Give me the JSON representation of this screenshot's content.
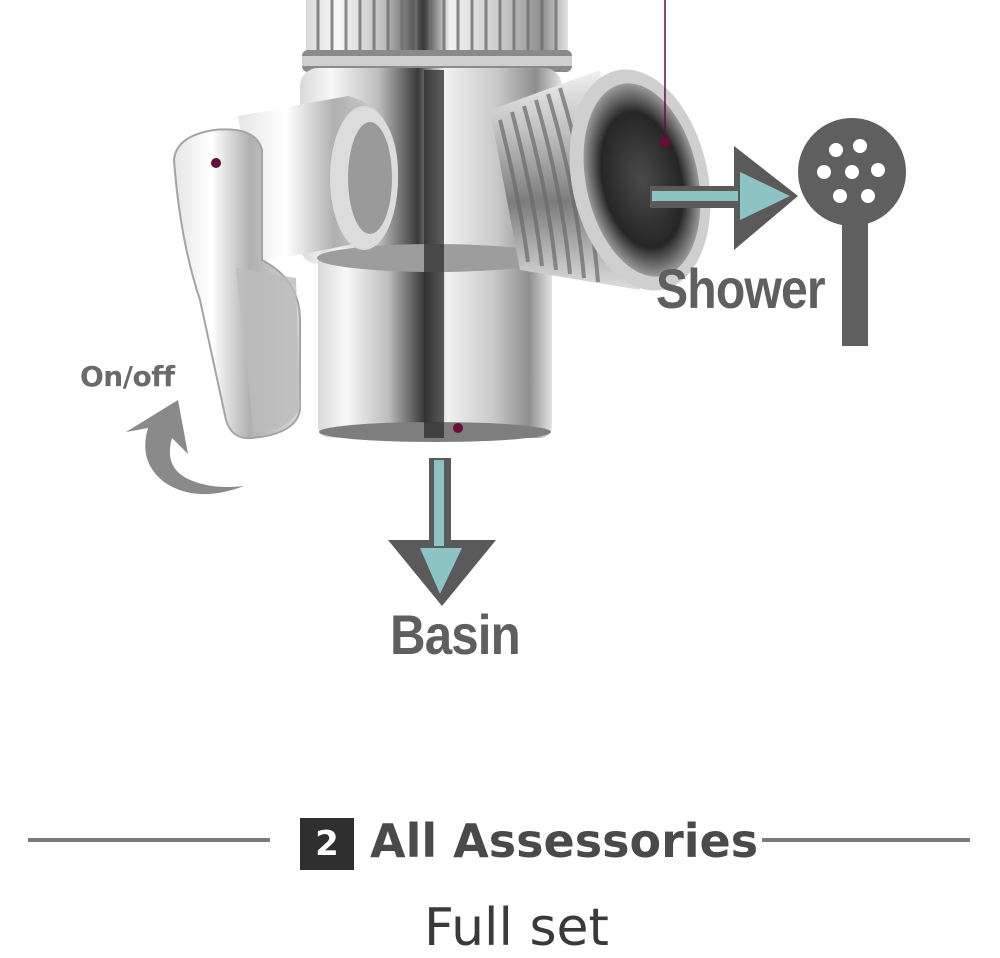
{
  "image": {
    "subject": "chrome-shower-diverter-valve",
    "icons": [
      "shower-head-icon",
      "arrow-right-icon",
      "arrow-down-icon",
      "rotate-arrow-icon"
    ]
  },
  "labels": {
    "shower": "Shower",
    "basin": "Basin",
    "on_off": "On/off"
  },
  "section": {
    "number": "2",
    "title": "All Assessories"
  },
  "next_heading_partial": "Full set",
  "colors": {
    "accent_teal": "#8cc3c3",
    "arrow_gray": "#5a5a5a",
    "label_gray": "#5f5f5f",
    "marker_dot": "#6b0a3b",
    "badge_bg": "#2f2f2f",
    "rule_gray": "#7a7a7a"
  }
}
